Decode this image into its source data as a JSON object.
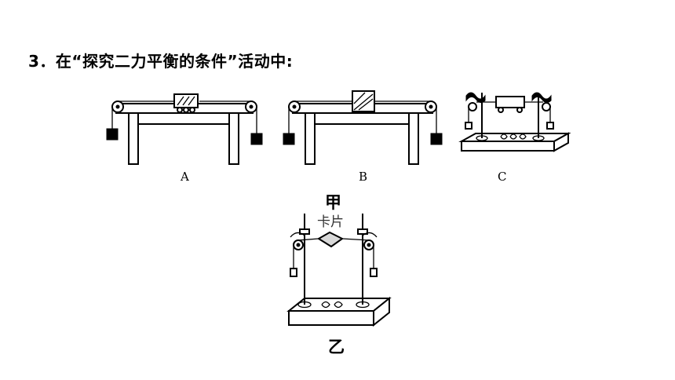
{
  "question": {
    "text": "3．在“探究二力平衡的条件”活动中:"
  },
  "figures": {
    "a_label": "A",
    "b_label": "B",
    "c_label": "C",
    "group_top": "甲",
    "card_label": "卡片",
    "group_bottom": "乙"
  }
}
